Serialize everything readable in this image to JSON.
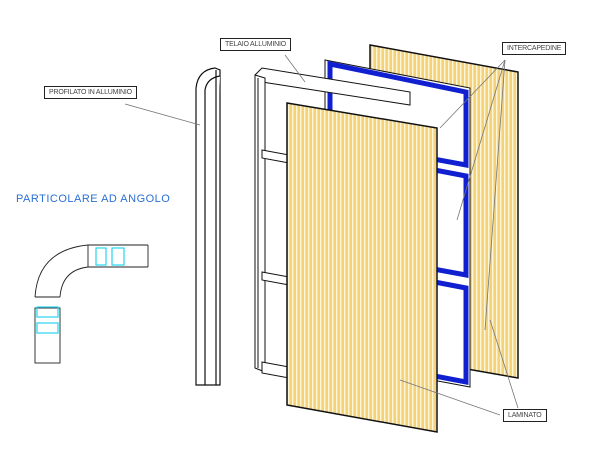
{
  "labels": {
    "telaio": "TELAIO ALLUMINIO",
    "profilato": "PROFILATO IN ALLUMINIO",
    "intercapedine": "INTERCAPEDINE",
    "laminato": "LAMINATO"
  },
  "detail_title": "PARTICOLARE AD ANGOLO",
  "colors": {
    "laminate": "#f6d98a",
    "stripe": "#ffffff",
    "gap": "#1020d0",
    "detail": "#22d4f0",
    "title": "#2a6fd6"
  }
}
